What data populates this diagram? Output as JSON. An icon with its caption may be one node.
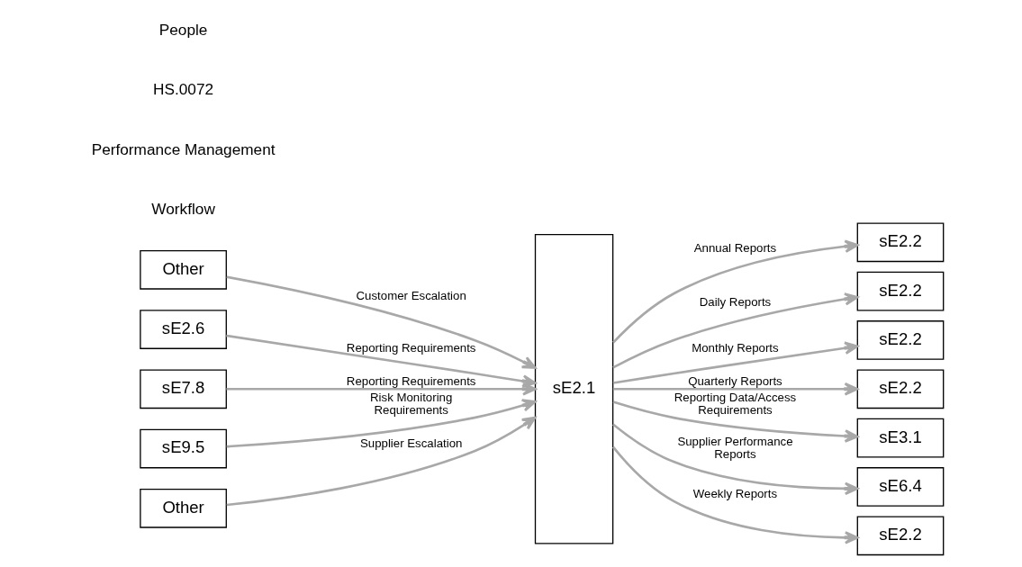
{
  "diagram": {
    "nodes": [
      {
        "text": [
          "Other"
        ]
      },
      {
        "text": [
          "sE2.6"
        ]
      },
      {
        "text": [
          "sE7.8"
        ]
      },
      {
        "text": [
          "sE9.5"
        ]
      },
      {
        "text": [
          "Other"
        ]
      },
      {
        "text": [
          "sE2.1"
        ]
      },
      {
        "text": [
          "sE2.2"
        ]
      },
      {
        "text": [
          "sE2.2"
        ]
      },
      {
        "text": [
          "sE2.2"
        ]
      },
      {
        "text": [
          "sE2.2"
        ]
      },
      {
        "text": [
          "sE3.1"
        ]
      },
      {
        "text": [
          "sE6.4"
        ]
      },
      {
        "text": [
          "sE2.2"
        ]
      }
    ],
    "edges": [
      {
        "from": 0,
        "to": 5,
        "arrow": "to",
        "label": "Customer Escalation"
      },
      {
        "from": 1,
        "to": 5,
        "arrow": "to",
        "label": "Reporting Requirements"
      },
      {
        "from": 2,
        "to": 5,
        "arrow": "to",
        "label": "Reporting Requirements"
      },
      {
        "from": 3,
        "to": 5,
        "arrow": "to",
        "label": "Risk Monitoring Requirements"
      },
      {
        "from": 4,
        "to": 5,
        "arrow": "to",
        "label": "Supplier Escalation"
      },
      {
        "from": 5,
        "to": 6,
        "arrow": "to",
        "label": "Annual Reports"
      },
      {
        "from": 5,
        "to": 7,
        "arrow": "to",
        "label": "Daily Reports"
      },
      {
        "from": 5,
        "to": 8,
        "arrow": "to",
        "label": "Monthly Reports"
      },
      {
        "from": 5,
        "to": 9,
        "arrow": "to",
        "label": "Quarterly Reports"
      },
      {
        "from": 5,
        "to": 10,
        "arrow": "to",
        "label": "Reporting Data/Access Requirements"
      },
      {
        "from": 5,
        "to": 11,
        "arrow": "to",
        "label": "Supplier Performance Reports"
      },
      {
        "from": 5,
        "to": 12,
        "arrow": "to",
        "label": "Weekly Reports"
      }
    ],
    "labels": [
      "People",
      "HS.0072",
      "Performance Management",
      "Workflow"
    ]
  }
}
